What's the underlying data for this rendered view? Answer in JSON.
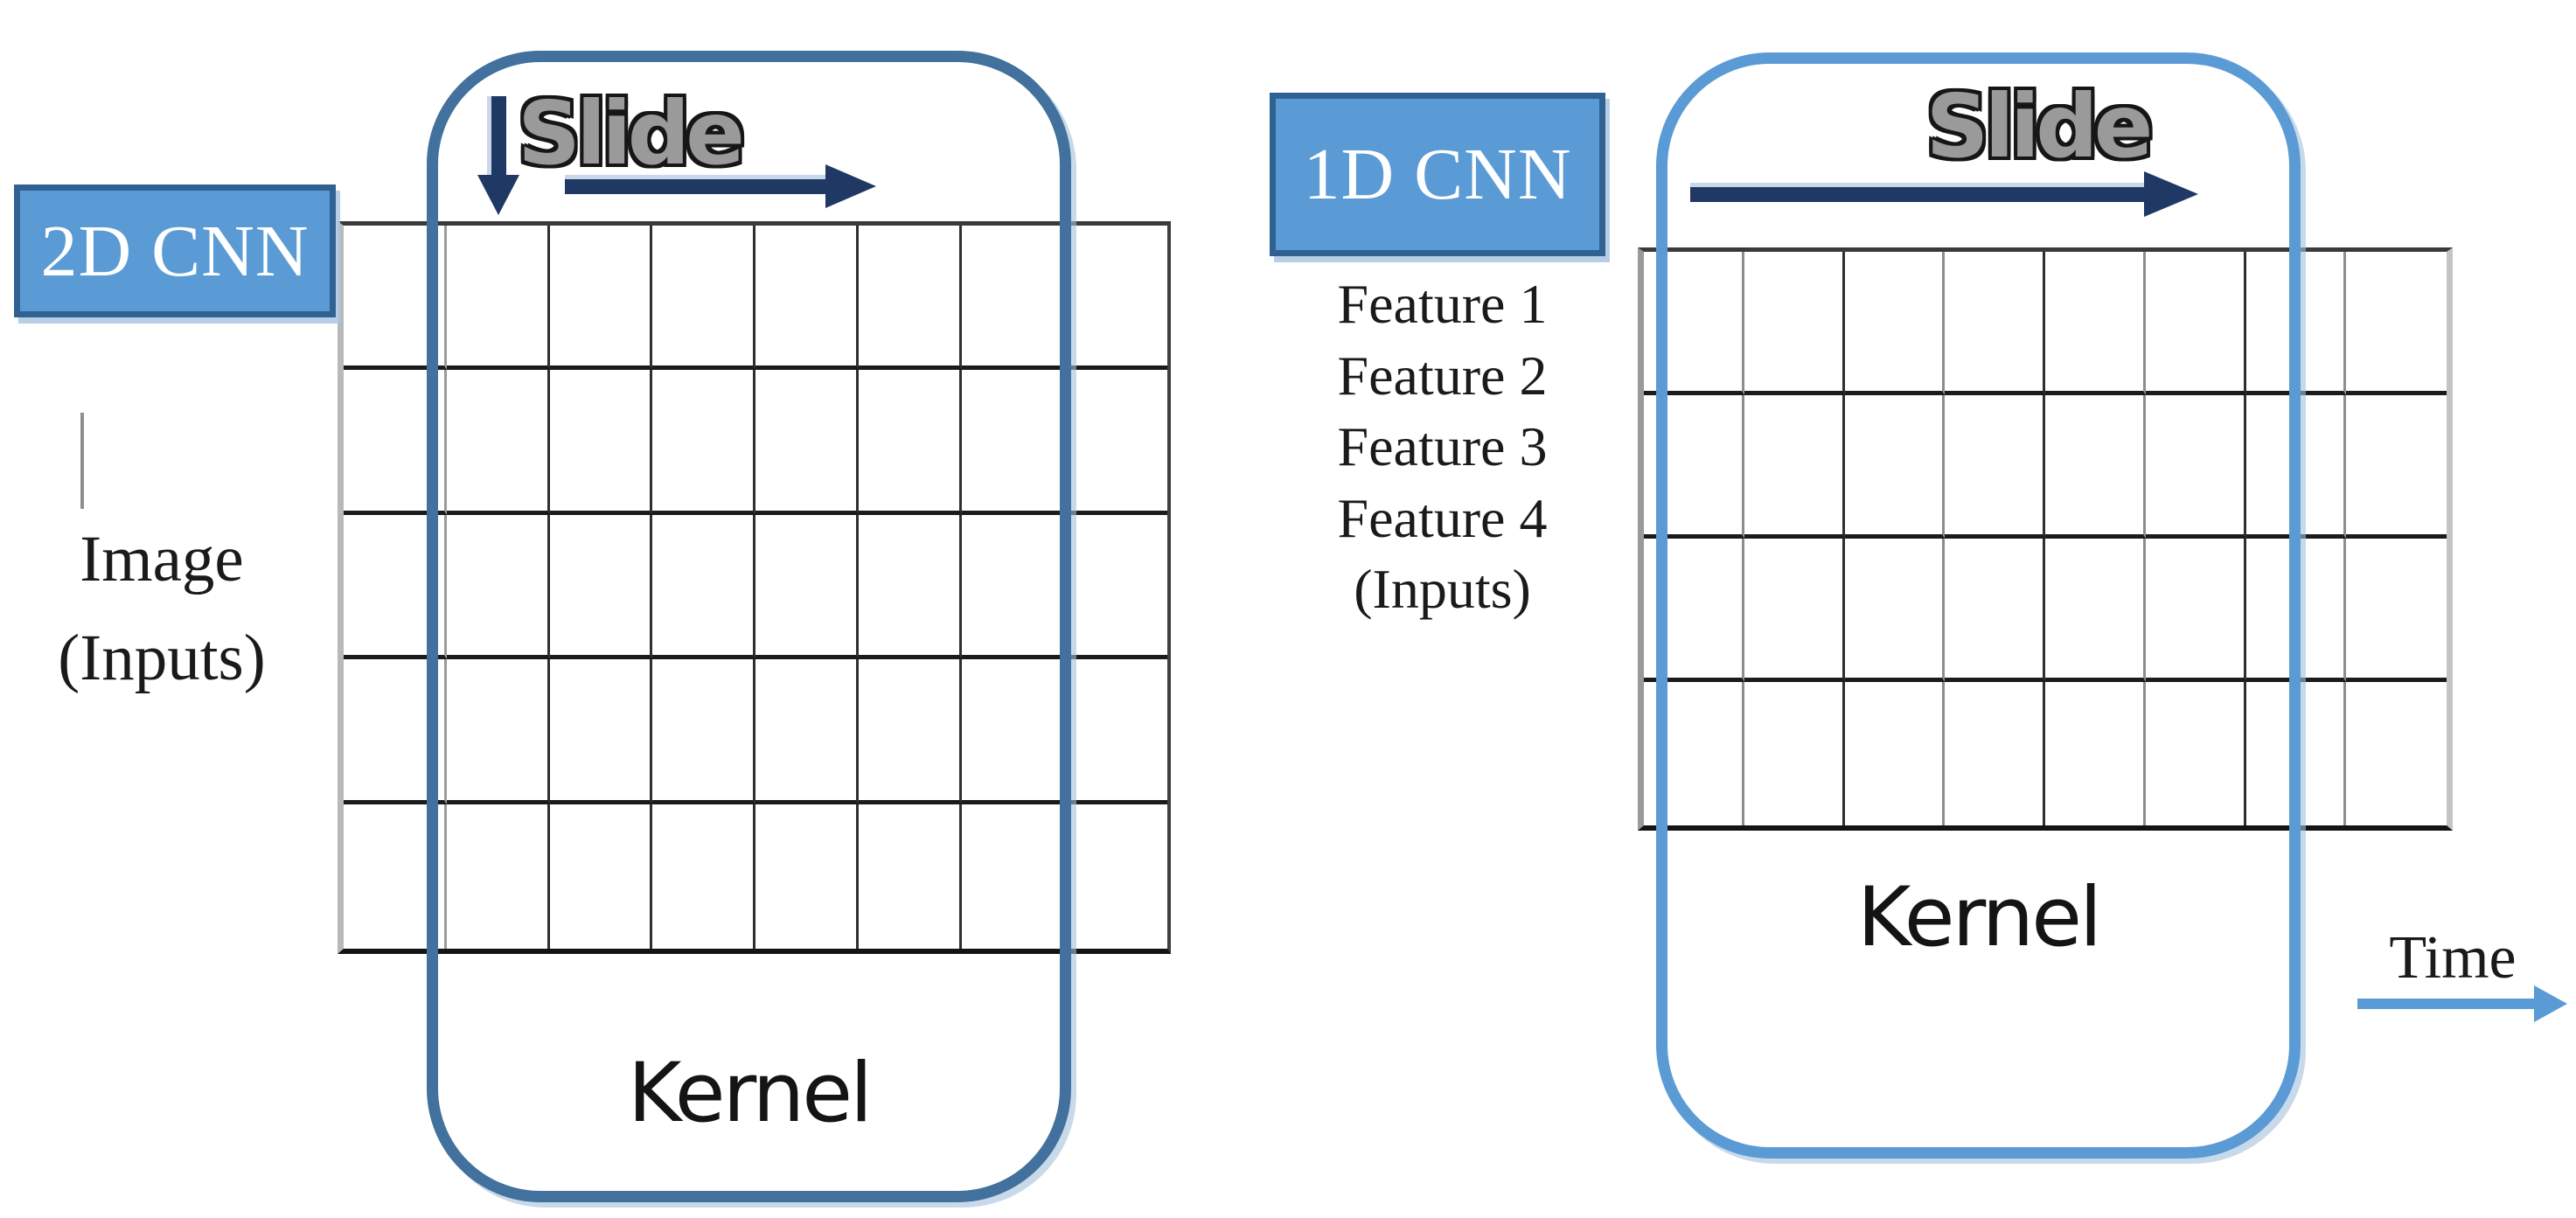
{
  "left": {
    "tag": "2D CNN",
    "input_label_line1": "Image",
    "input_label_line2": "(Inputs)",
    "slide": "Slide",
    "kernel": "Kernel",
    "grid": {
      "columns": 8,
      "rows": 5
    }
  },
  "right": {
    "tag": "1D CNN",
    "features": [
      "Feature 1",
      "Feature 2",
      "Feature 3",
      "Feature 4",
      "(Inputs)"
    ],
    "slide": "Slide",
    "kernel": "Kernel",
    "time": "Time",
    "grid": {
      "columns": 8,
      "rows": 4
    }
  },
  "colors": {
    "tag_fill": "#5b9bd5",
    "tag_border": "#2f6293",
    "kernel_left_border": "#41719c",
    "kernel_right_border": "#5b9bd5",
    "arrow_navy": "#1f3864",
    "time_arrow": "#5b9bd5"
  }
}
